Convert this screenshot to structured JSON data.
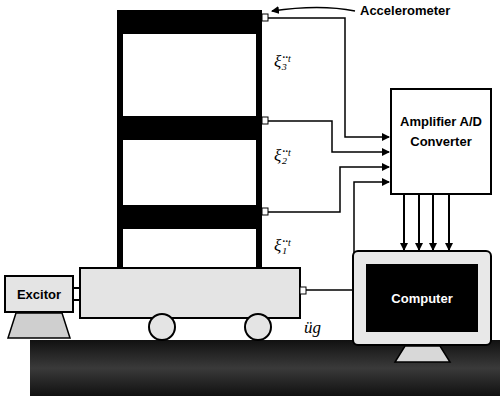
{
  "diagram": {
    "nodes": [
      {
        "text": [
          "Amplifier A/D Converter"
        ]
      },
      {
        "text": [
          "Computer"
        ]
      },
      {
        "text": [
          "Excitor"
        ]
      }
    ],
    "edges": [
      {
        "from": 0,
        "to": 1,
        "arrow": "to"
      },
      {
        "from": 0,
        "to": 1,
        "arrow": "to"
      },
      {
        "from": 0,
        "to": 1,
        "arrow": "to"
      },
      {
        "from": 0,
        "to": 1,
        "arrow": "to"
      }
    ],
    "labels": [
      "Accelerometer",
      "ξ̈₃ᵗ",
      "ξ̈₂ᵗ",
      "ξ̈₁ᵗ",
      "üg"
    ]
  }
}
